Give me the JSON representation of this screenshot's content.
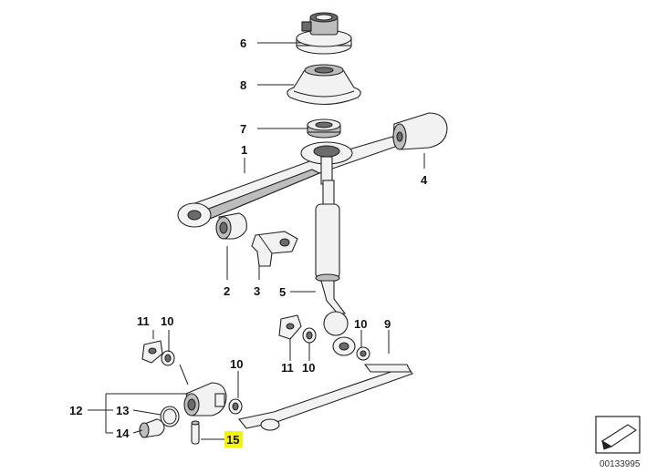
{
  "diagram": {
    "callouts": [
      {
        "id": "c6",
        "label": "6"
      },
      {
        "id": "c8",
        "label": "8"
      },
      {
        "id": "c7",
        "label": "7"
      },
      {
        "id": "c1",
        "label": "1"
      },
      {
        "id": "c4",
        "label": "4"
      },
      {
        "id": "c2",
        "label": "2"
      },
      {
        "id": "c3",
        "label": "3"
      },
      {
        "id": "c5",
        "label": "5"
      },
      {
        "id": "c11a",
        "label": "11"
      },
      {
        "id": "c10a",
        "label": "10"
      },
      {
        "id": "c10b",
        "label": "10"
      },
      {
        "id": "c9",
        "label": "9"
      },
      {
        "id": "c11b",
        "label": "11"
      },
      {
        "id": "c10c",
        "label": "10"
      },
      {
        "id": "c10d",
        "label": "10"
      },
      {
        "id": "c12",
        "label": "12"
      },
      {
        "id": "c13",
        "label": "13"
      },
      {
        "id": "c14",
        "label": "14"
      },
      {
        "id": "c15",
        "label": "15"
      }
    ],
    "highlighted_callout": "15",
    "highlight_color": "#f5f500",
    "reference_number": "00133995",
    "corner_icon": "vehicle-orientation-arrow-icon"
  }
}
